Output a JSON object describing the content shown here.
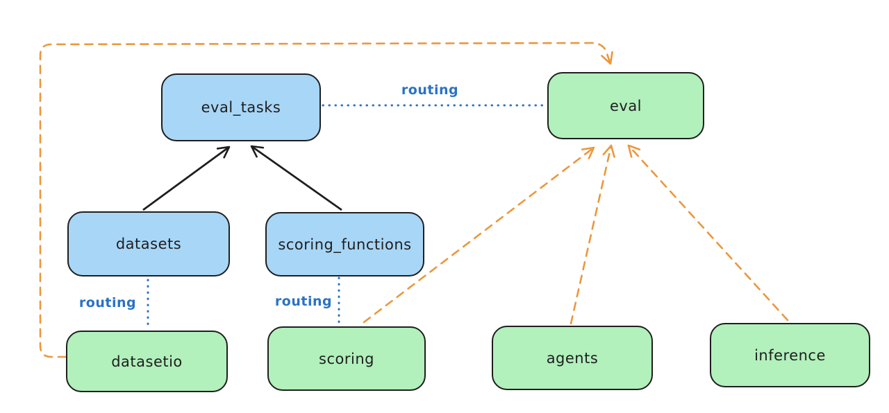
{
  "diagram": {
    "nodes": {
      "eval_tasks": {
        "label": "eval_tasks",
        "kind": "api",
        "fill": "#a8d6f7"
      },
      "eval": {
        "label": "eval",
        "kind": "provider",
        "fill": "#b2f0bc"
      },
      "datasets": {
        "label": "datasets",
        "kind": "api",
        "fill": "#a8d6f7"
      },
      "scoring_functions": {
        "label": "scoring_functions",
        "kind": "api",
        "fill": "#a8d6f7"
      },
      "datasetio": {
        "label": "datasetio",
        "kind": "provider",
        "fill": "#b2f0bc"
      },
      "scoring": {
        "label": "scoring",
        "kind": "provider",
        "fill": "#b2f0bc"
      },
      "agents": {
        "label": "agents",
        "kind": "provider",
        "fill": "#b2f0bc"
      },
      "inference": {
        "label": "inference",
        "kind": "provider",
        "fill": "#b2f0bc"
      }
    },
    "edges": [
      {
        "from": "datasets",
        "to": "eval_tasks",
        "style": "solid-arrow",
        "color": "#1e1e1e",
        "label": ""
      },
      {
        "from": "scoring_functions",
        "to": "eval_tasks",
        "style": "solid-arrow",
        "color": "#1e1e1e",
        "label": ""
      },
      {
        "from": "eval_tasks",
        "to": "eval",
        "style": "dotted",
        "color": "#2a72c5",
        "label": "routing"
      },
      {
        "from": "datasets",
        "to": "datasetio",
        "style": "dotted",
        "color": "#2a72c5",
        "label": "routing"
      },
      {
        "from": "scoring_functions",
        "to": "scoring",
        "style": "dotted",
        "color": "#2a72c5",
        "label": "routing"
      },
      {
        "from": "datasetio",
        "to": "eval",
        "style": "dashed-arrow",
        "color": "#eb973d",
        "label": ""
      },
      {
        "from": "scoring",
        "to": "eval",
        "style": "dashed-arrow",
        "color": "#eb973d",
        "label": ""
      },
      {
        "from": "agents",
        "to": "eval",
        "style": "dashed-arrow",
        "color": "#eb973d",
        "label": ""
      },
      {
        "from": "inference",
        "to": "eval",
        "style": "dashed-arrow",
        "color": "#eb973d",
        "label": ""
      }
    ],
    "colors": {
      "api_fill": "#a8d6f7",
      "provider_fill": "#b2f0bc",
      "node_stroke": "#1e1e1e",
      "routing_blue": "#2a72c5",
      "provider_orange": "#eb973d",
      "background": "#ffffff"
    }
  }
}
